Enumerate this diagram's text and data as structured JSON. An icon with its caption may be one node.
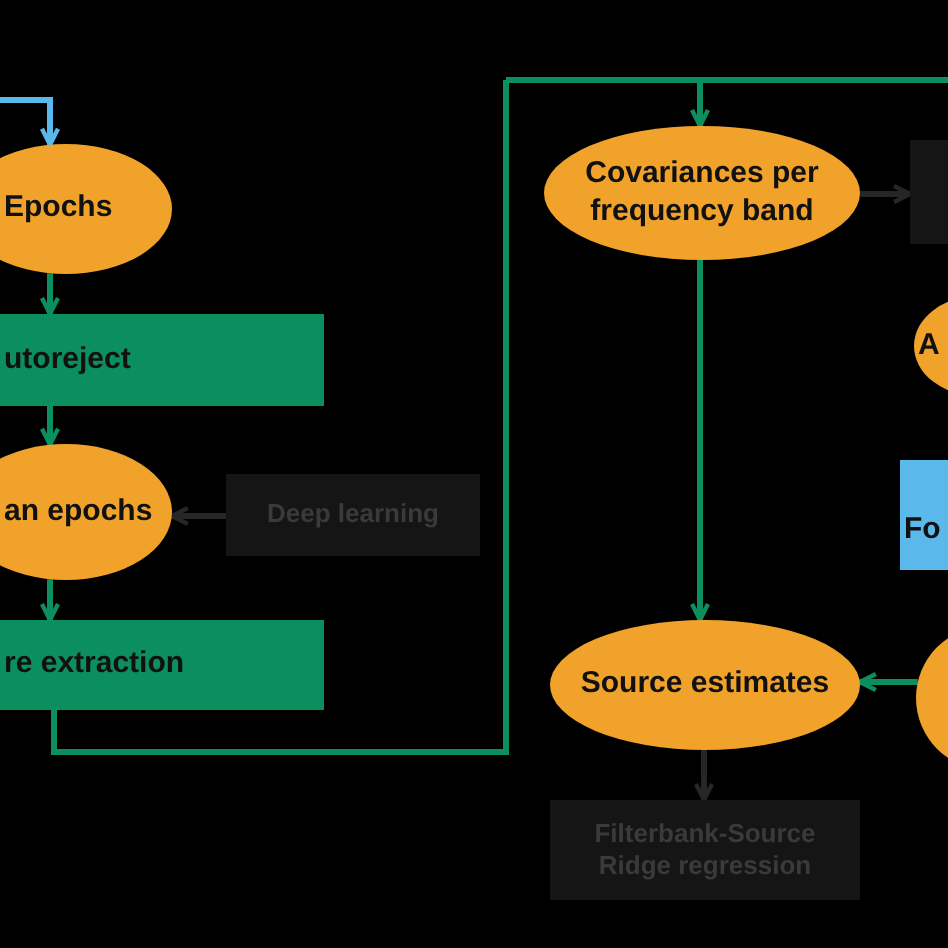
{
  "diagram": {
    "nodes": [
      {
        "text": [
          "Epochs"
        ]
      },
      {
        "text": [
          "utoreject"
        ]
      },
      {
        "text": [
          "an epochs"
        ]
      },
      {
        "text": [
          "Deep learning"
        ]
      },
      {
        "text": [
          "re extraction"
        ]
      },
      {
        "text": [
          "Covariances per frequency band"
        ]
      },
      {
        "text": [],
        "shape": "box"
      },
      {
        "text": [
          "A"
        ]
      },
      {
        "text": [
          "Fo"
        ]
      },
      {
        "text": [
          "Source estimates"
        ]
      },
      {
        "text": [],
        "shape": "circle"
      },
      {
        "text": [
          "Filterbank-Source Ridge regression"
        ]
      }
    ],
    "edges": [
      {
        "from": null,
        "to": 0,
        "arrow": "to",
        "color": "#5bb8ea"
      },
      {
        "from": 0,
        "to": 1,
        "arrow": "to"
      },
      {
        "from": 1,
        "to": 2,
        "arrow": "to"
      },
      {
        "from": 3,
        "to": 2,
        "arrow": "to",
        "color": "#262626"
      },
      {
        "from": 2,
        "to": 4,
        "arrow": "to"
      },
      {
        "from": 4,
        "to": 5,
        "arrow": "to"
      },
      {
        "from": 4,
        "to": null,
        "arrow": "none"
      },
      {
        "from": 5,
        "to": 6,
        "arrow": "to",
        "color": "#262626"
      },
      {
        "from": 5,
        "to": 9,
        "arrow": "to"
      },
      {
        "from": 10,
        "to": 9,
        "arrow": "to"
      },
      {
        "from": 9,
        "to": 11,
        "arrow": "to",
        "color": "#262626"
      }
    ]
  }
}
